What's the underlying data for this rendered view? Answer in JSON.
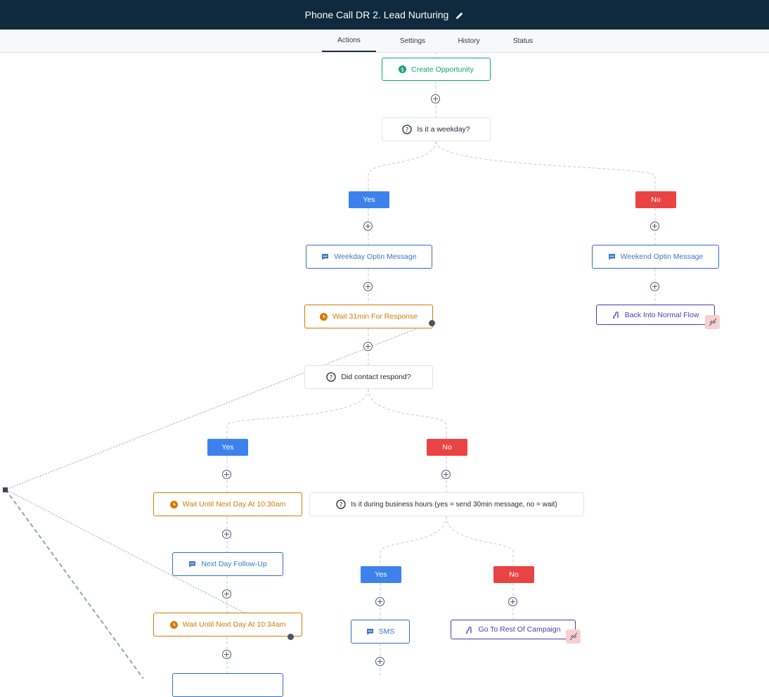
{
  "header": {
    "title": "Phone Call DR 2. Lead Nurturing",
    "edit_icon": "pencil-icon"
  },
  "tabs": [
    {
      "label": "Actions",
      "active": true
    },
    {
      "label": "Settings",
      "active": false
    },
    {
      "label": "History",
      "active": false
    },
    {
      "label": "Status",
      "active": false
    }
  ],
  "colors": {
    "header_bg": "#0f2a3c",
    "yes": "#3d82ec",
    "no": "#ea4343",
    "action": "#3a78c8",
    "wait": "#d47a06",
    "goto": "#4b3bb5",
    "opportunity": "#17a077"
  },
  "steps": {
    "create_opportunity": {
      "label": "Create Opportunity",
      "icon": "dollar-icon"
    },
    "weekday_check": {
      "label": "Is it a weekday?",
      "icon": "question-icon"
    },
    "yes_1": "Yes",
    "no_1": "No",
    "weekday_optin": {
      "label": "Weekday Optin Message",
      "icon": "chat-icon"
    },
    "weekend_optin": {
      "label": "Weekend Optin Message",
      "icon": "chat-icon"
    },
    "wait_31": {
      "label": "Wait 31min For Response",
      "icon": "clock-icon"
    },
    "back_normal": {
      "label": "Back Into Normal Flow",
      "icon": "goto-icon"
    },
    "contact_responded": {
      "label": "Did contact respond?",
      "icon": "question-icon"
    },
    "yes_2": "Yes",
    "no_2": "No",
    "wait_1030": {
      "label": "Wait Until Next Day At 10:30am",
      "icon": "clock-icon"
    },
    "business_hours": {
      "label": "Is it during business hours (yes = send 30min message, no = wait)",
      "icon": "question-icon"
    },
    "next_day_followup": {
      "label": "Next Day Follow-Up",
      "icon": "chat-icon"
    },
    "yes_3": "Yes",
    "no_3": "No",
    "wait_1034": {
      "label": "Wait Until Next Day At 10:34am",
      "icon": "clock-icon"
    },
    "sms": {
      "label": "SMS",
      "icon": "chat-icon"
    },
    "goto_rest": {
      "label": "Go To Rest Of Campaign",
      "icon": "goto-icon"
    }
  }
}
